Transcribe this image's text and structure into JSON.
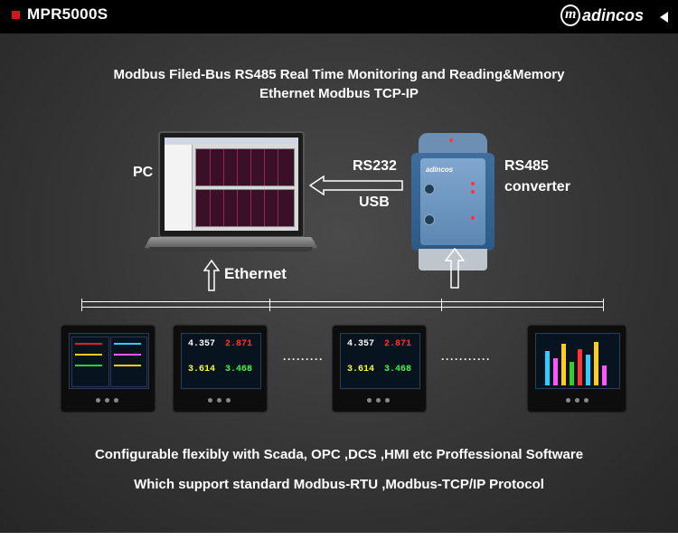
{
  "header": {
    "model": "MPR5000S",
    "brand": "adincos",
    "brand_initial": "m"
  },
  "title": {
    "line1": "Modbus Filed-Bus RS485 Real Time Monitoring and Reading&Memory",
    "line2": "Ethernet Modbus TCP-IP"
  },
  "labels": {
    "pc": "PC",
    "rs232": "RS232",
    "usb": "USB",
    "rs485": "RS485",
    "converter": "converter",
    "ethernet": "Ethernet"
  },
  "converter_device": {
    "brand": "adincos"
  },
  "recorders": [
    {
      "readings": []
    },
    {
      "readings": [
        "4.357",
        "2.871",
        "3.614",
        "3.468"
      ]
    },
    {
      "readings": [
        "4.357",
        "2.871",
        "3.614",
        "3.468"
      ]
    },
    {
      "readings": []
    }
  ],
  "footer": {
    "line1": "Configurable flexibly with Scada, OPC ,DCS ,HMI etc Proffessional Software",
    "line2": "Which support standard Modbus-RTU ,Modbus-TCP/IP Protocol"
  },
  "colors": {
    "header_bg": "#000000",
    "panel_bg": "#3a3a3a",
    "accent_red": "#d01818",
    "converter_blue": "#3f6f9e"
  }
}
